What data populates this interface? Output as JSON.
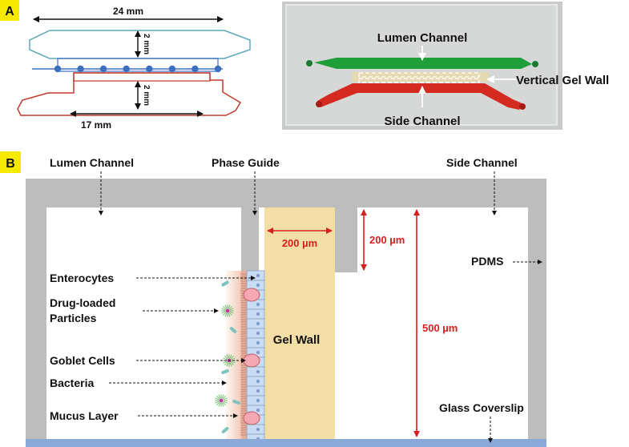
{
  "panel_a": {
    "badge": "A",
    "dims": {
      "top_width": "24 mm",
      "top_height": "2 mm",
      "bottom_height": "2 mm",
      "bottom_width": "17 mm"
    },
    "photo_labels": {
      "lumen": "Lumen Channel",
      "gel_wall": "Vertical Gel Wall",
      "side": "Side Channel"
    },
    "colors": {
      "top_channel": "#5aa7b5",
      "bottom_channel": "#c0392b",
      "pillars": "#3c6fc0",
      "green_channel": "#1f9e3a",
      "red_channel": "#d42a1f"
    }
  },
  "panel_b": {
    "badge": "B",
    "headers": {
      "lumen": "Lumen Channel",
      "phase_guide": "Phase Guide",
      "side": "Side Channel"
    },
    "dims": {
      "guide_width": "200 µm",
      "guide_height": "200 µm",
      "channel_height": "500 µm"
    },
    "gel_wall": "Gel Wall",
    "pdms": "PDMS",
    "glass": "Glass Coverslip",
    "cell_labels": [
      "Enterocytes",
      "Drug-loaded",
      "Particles",
      "Goblet Cells",
      "Bacteria",
      "Mucus Layer"
    ],
    "colors": {
      "pdms": "#bdbdbd",
      "gel": "#f3dfa6",
      "glass": "#8aa8d8",
      "dimension": "#d61f1f",
      "badge": "#f5e900",
      "cells": "#c9dcf3"
    }
  }
}
